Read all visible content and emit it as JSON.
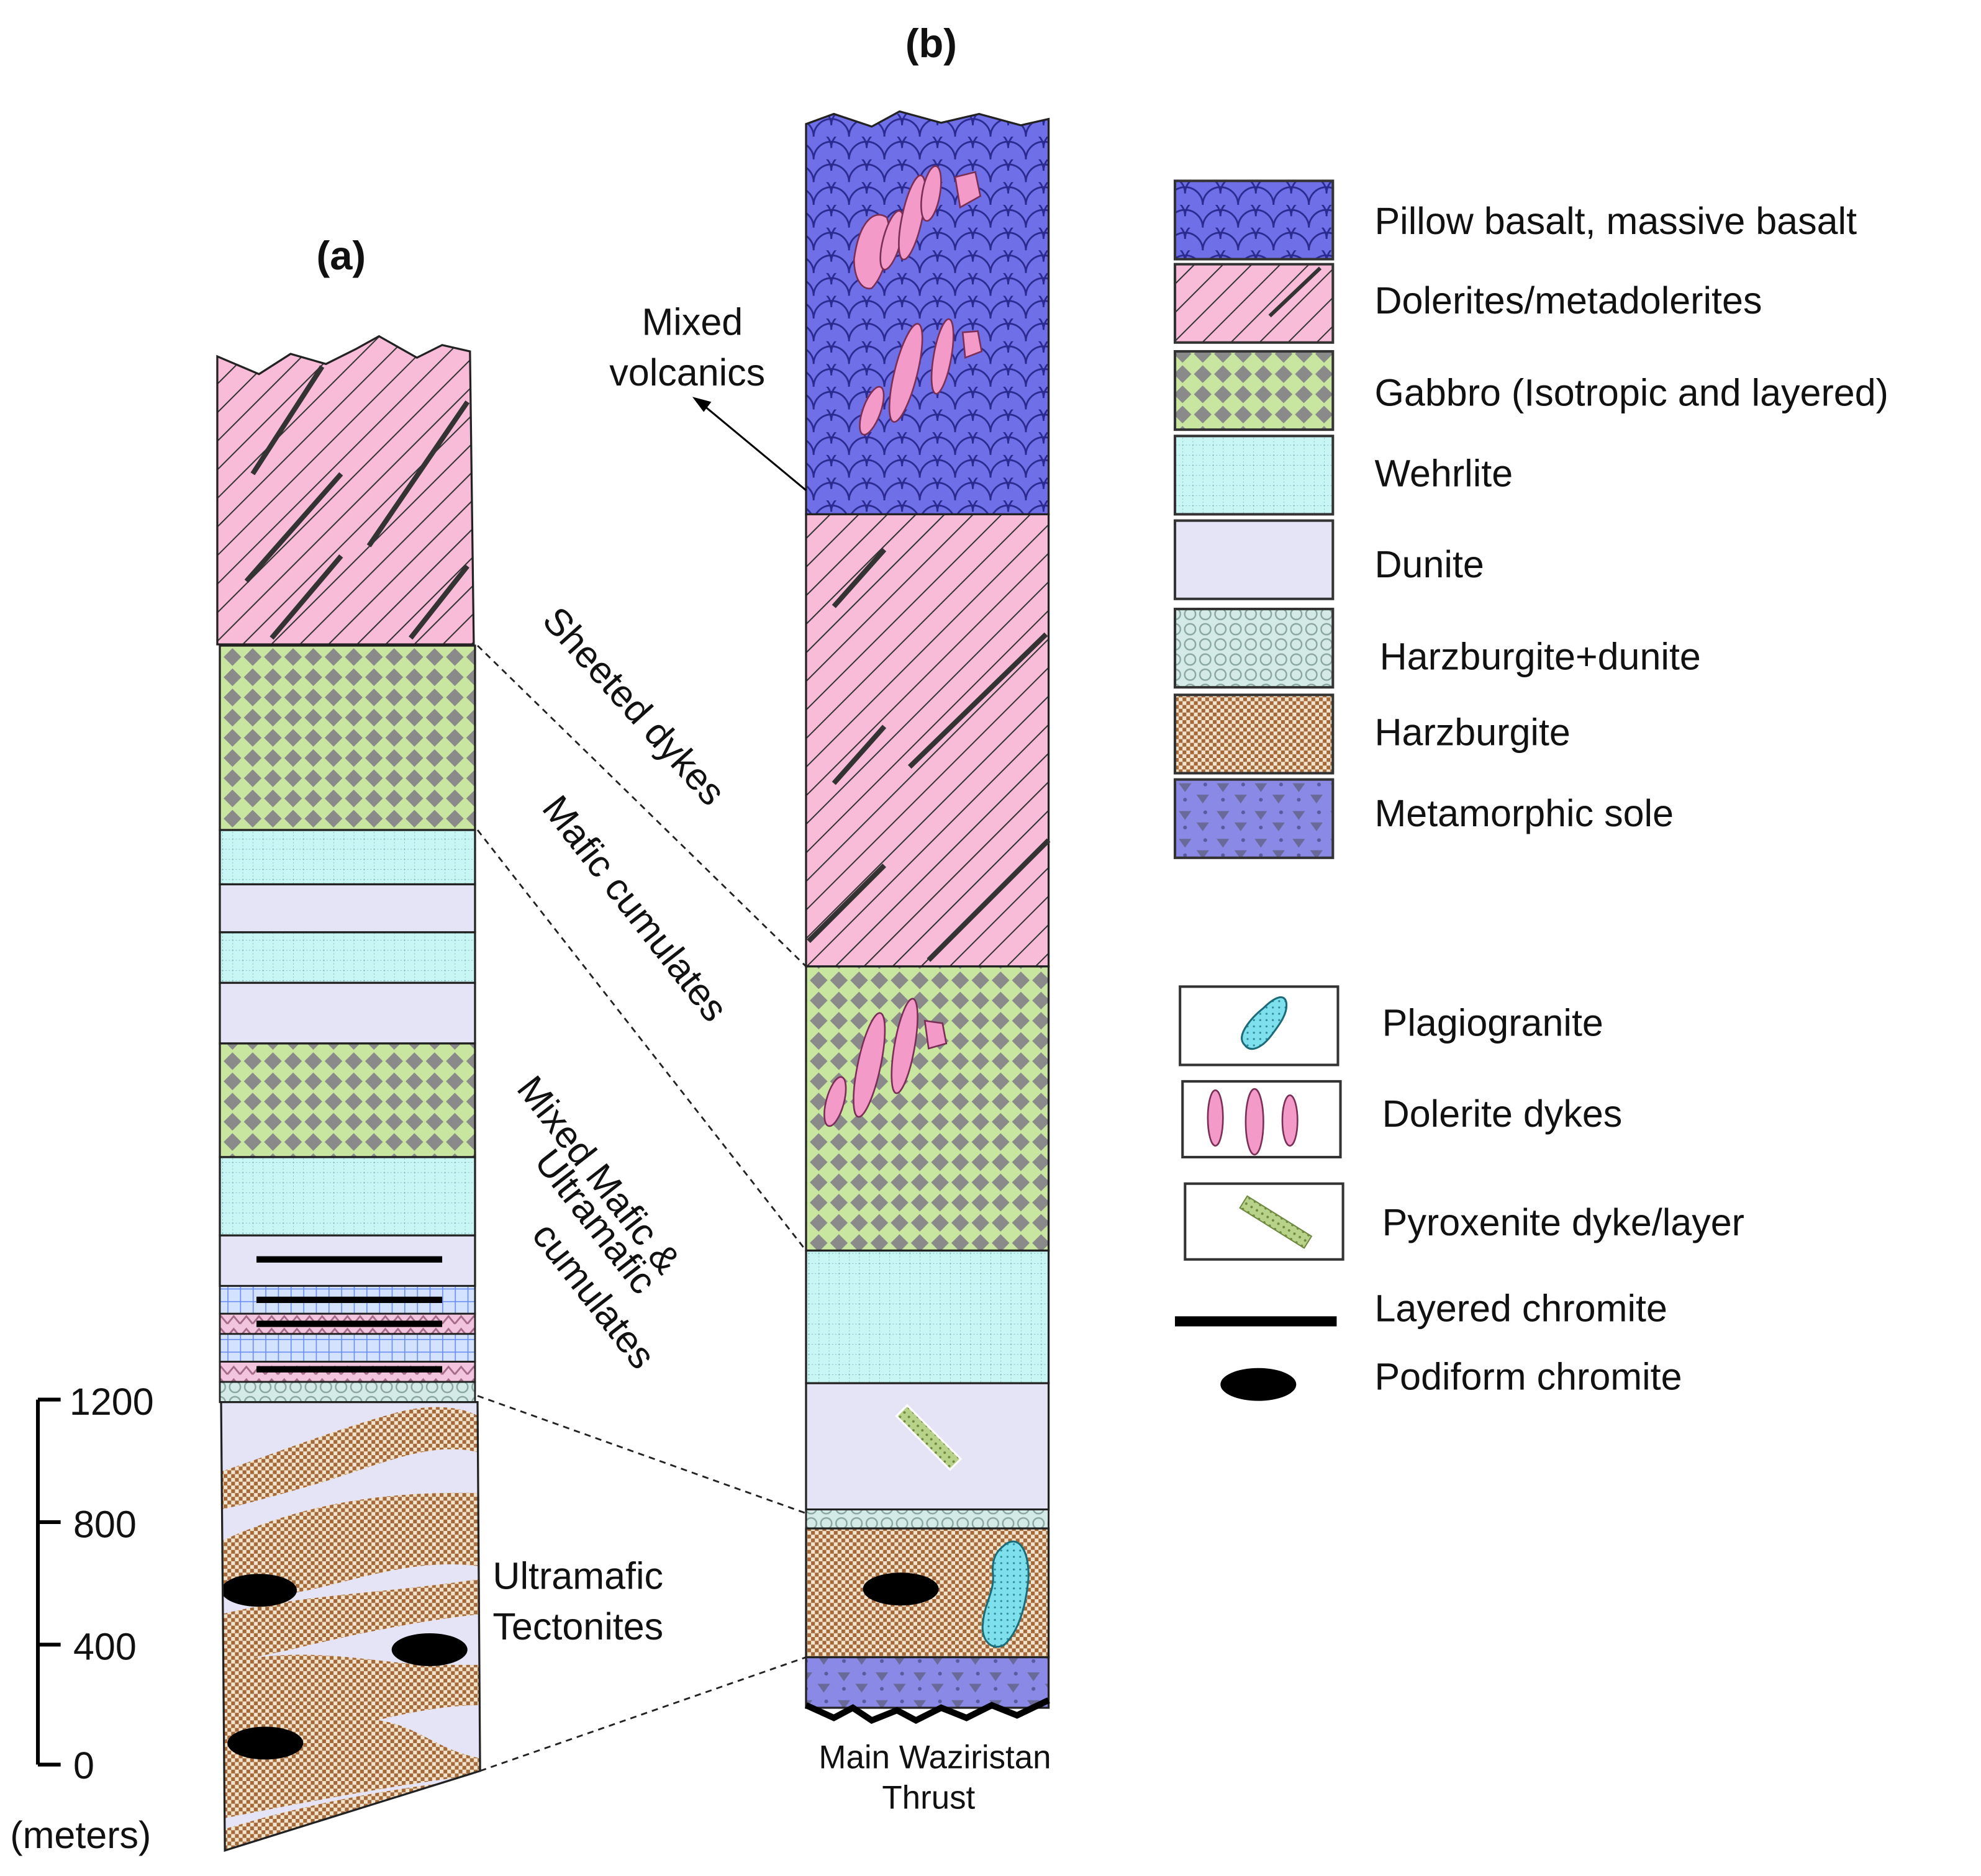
{
  "panel_a": {
    "label": "(a)",
    "scale_ticks": [
      "1200",
      "800",
      "400",
      "0"
    ],
    "scale_unit": "(meters)",
    "annotations": {
      "sheeted_dykes": "Sheeted dykes",
      "mafic_cumulates": "Mafic cumulates",
      "mixed_line1": "Mixed Mafic &",
      "mixed_line2": "Ultramafic",
      "mixed_line3": "cumulates",
      "tectonites_line1": "Ultramafic",
      "tectonites_line2": "Tectonites"
    }
  },
  "panel_b": {
    "label": "(b)",
    "mixed_volcanics_line1": "Mixed",
    "mixed_volcanics_line2": "volcanics",
    "thrust_line1": "Main Waziristan",
    "thrust_line2": "Thrust"
  },
  "legend": {
    "units": [
      {
        "key": "pillow",
        "label": "Pillow basalt, massive basalt"
      },
      {
        "key": "dolerite",
        "label": "Dolerites/metadolerites"
      },
      {
        "key": "gabbro",
        "label": "Gabbro (Isotropic and layered)"
      },
      {
        "key": "wehrlite",
        "label": "Wehrlite"
      },
      {
        "key": "dunite",
        "label": "Dunite"
      },
      {
        "key": "harzdunite",
        "label": "Harzburgite+dunite"
      },
      {
        "key": "harzburgite",
        "label": "Harzburgite"
      },
      {
        "key": "metamorphic",
        "label": "Metamorphic sole"
      }
    ],
    "symbols": [
      {
        "key": "plagiogranite",
        "label": "Plagiogranite"
      },
      {
        "key": "dolerite_dykes",
        "label": "Dolerite dykes"
      },
      {
        "key": "pyroxenite",
        "label": "Pyroxenite dyke/layer"
      },
      {
        "key": "layered_chromite",
        "label": "Layered chromite"
      },
      {
        "key": "podiform_chromite",
        "label": "Podiform chromite"
      }
    ]
  },
  "colors": {
    "pillow": "#6f6fe8",
    "dolerite": "#f8bcd8",
    "gabbro": "#c8e6a0",
    "wehrlite": "#c8f6f4",
    "dunite": "#e4e4f6",
    "harzdunite": "#d4eae6",
    "harzburgite": "#a4693a",
    "metamorphic": "#8a8ae6",
    "pink_body": "#f49ac8",
    "plagiogranite": "#7ee0ec",
    "chromite": "#000000"
  }
}
